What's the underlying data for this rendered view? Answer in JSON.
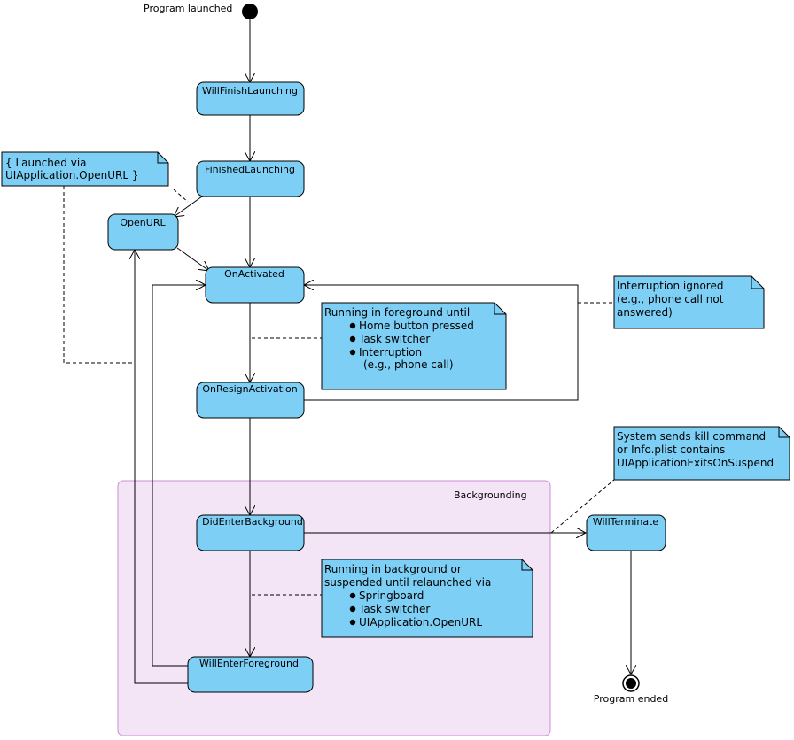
{
  "colors": {
    "state_fill": "#7dcff5",
    "note_fill": "#7dcff5",
    "region_fill": "#f3e5f6",
    "region_stroke": "#cc8fd6",
    "line": "#000000"
  },
  "start_label": "Program launched",
  "end_label": "Program ended",
  "region_label": "Backgrounding",
  "states": {
    "will_finish_launching": "WillFinishLaunching",
    "finished_launching": "FinishedLaunching",
    "open_url": "OpenURL",
    "on_activated": "OnActivated",
    "on_resign_activation": "OnResignActivation",
    "did_enter_background": "DidEnterBackground",
    "will_enter_foreground": "WillEnterForeground",
    "will_terminate": "WillTerminate"
  },
  "notes": {
    "launched_via": [
      "{ Launched via",
      "UIApplication.OpenURL }"
    ],
    "foreground": {
      "title": "Running in foreground until",
      "items": [
        "Home button pressed",
        "Task switcher",
        "Interruption"
      ],
      "extra": "(e.g., phone call)"
    },
    "interruption_ignored": [
      "Interruption ignored",
      "(e.g., phone call not",
      "answered)"
    ],
    "kill_command": [
      "System sends kill command",
      "or Info.plist contains",
      "UIApplicationExitsOnSuspend"
    ],
    "background": {
      "title_lines": [
        "Running in background or",
        "suspended until relaunched via"
      ],
      "items": [
        "Springboard",
        "Task switcher",
        "UIApplication.OpenURL"
      ]
    }
  }
}
